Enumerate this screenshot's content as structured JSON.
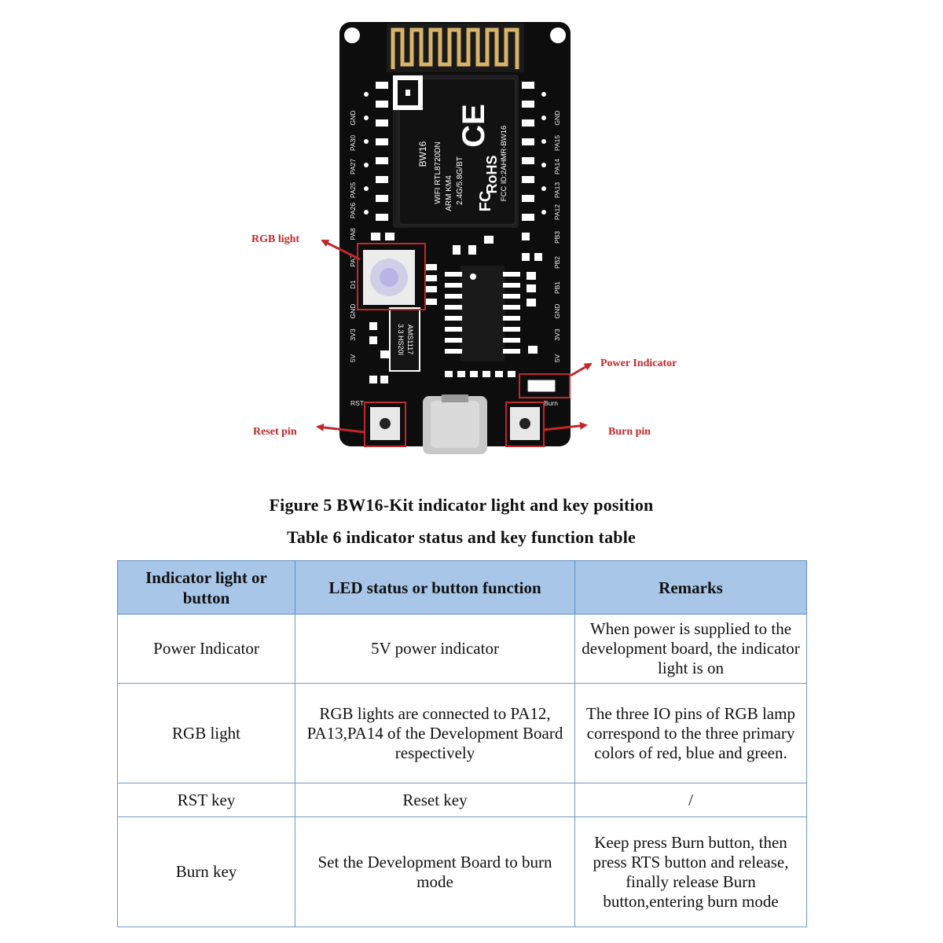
{
  "board": {
    "module_name": "BW16",
    "chip_lines": [
      "WIFI RTL8720DN",
      "ARM KM4",
      "2.4G/5.8G/BT"
    ],
    "fcc_id": "FCC ID:2AHMR-BW16",
    "ce_mark": "CE",
    "rohs": "RoHS",
    "fc_mark": "FC",
    "regulator": "AMS1117",
    "regulator_sub": "3.3 HS20I",
    "left_pins": [
      "GND",
      "PA30",
      "PA27",
      "PA25",
      "PA26",
      "PA8",
      "PA7",
      "D1",
      "GND",
      "3V3",
      "5V"
    ],
    "right_pins": [
      "GND",
      "PA15",
      "PA14",
      "PA13",
      "PA12",
      "PB3",
      "PB2",
      "PB1",
      "GND",
      "3V3",
      "5V"
    ],
    "rst_label": "RST",
    "burn_label": "Burn",
    "callouts": {
      "rgb": "RGB light",
      "power": "Power Indicator",
      "reset": "Reset pin",
      "burn": "Burn pin"
    },
    "colors": {
      "pcb": "#0d0d0d",
      "callout": "#c0282c",
      "antenna": "#d8b36a"
    }
  },
  "figure_caption": "Figure 5 BW16-Kit indicator light and key position",
  "table_caption": "Table 6 indicator status and key function table",
  "table": {
    "headers": [
      "Indicator light or button",
      "LED status or button function",
      "Remarks"
    ],
    "rows": [
      [
        "Power Indicator",
        "5V power indicator",
        "When power is supplied to the development board, the indicator light is on"
      ],
      [
        "RGB light",
        "RGB lights are connected to PA12, PA13,PA14 of the Development Board respectively",
        "The three IO pins of RGB lamp correspond to the three primary colors of red, blue and green."
      ],
      [
        "RST key",
        "Reset key",
        "/"
      ],
      [
        "Burn key",
        "Set the Development Board to burn mode",
        "Keep press Burn button, then press RTS button and release, finally release Burn button,entering burn mode"
      ]
    ]
  },
  "header_color": "#a7c6e8",
  "border_color": "#6d9bc7"
}
